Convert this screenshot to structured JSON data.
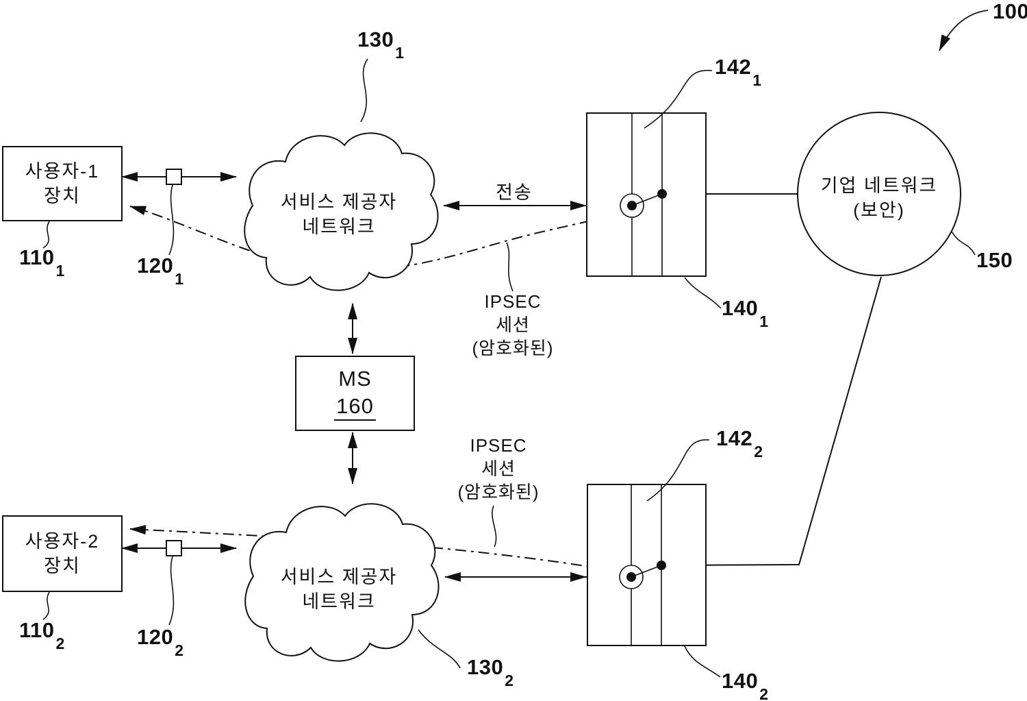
{
  "figure_ref": "100",
  "devices": {
    "user1": {
      "lines": [
        "사용자-1",
        "장치"
      ],
      "ref": {
        "num": "110",
        "sub": "1"
      }
    },
    "user2": {
      "lines": [
        "사용자-2",
        "장치"
      ],
      "ref": {
        "num": "110",
        "sub": "2"
      }
    }
  },
  "modems": {
    "m1": {
      "ref": {
        "num": "120",
        "sub": "1"
      }
    },
    "m2": {
      "ref": {
        "num": "120",
        "sub": "2"
      }
    }
  },
  "clouds": {
    "sp1": {
      "lines": [
        "서비스 제공자",
        "네트워크"
      ],
      "ref": {
        "num": "130",
        "sub": "1"
      }
    },
    "sp2": {
      "lines": [
        "서비스 제공자",
        "네트워크"
      ],
      "ref": {
        "num": "130",
        "sub": "2"
      }
    }
  },
  "firewalls": {
    "fw1": {
      "ref": {
        "num": "140",
        "sub": "1"
      },
      "port_ref": {
        "num": "142",
        "sub": "1"
      }
    },
    "fw2": {
      "ref": {
        "num": "140",
        "sub": "2"
      },
      "port_ref": {
        "num": "142",
        "sub": "2"
      }
    }
  },
  "enterprise": {
    "lines": [
      "기업 네트워크",
      "(보안)"
    ],
    "ref": "150"
  },
  "ms": {
    "title": "MS",
    "ref": "160"
  },
  "annotations": {
    "transmission": "전송",
    "ipsec_top": {
      "lines": [
        "IPSEC",
        "세션",
        "(암호화된)"
      ]
    },
    "ipsec_bottom": {
      "lines": [
        "IPSEC",
        "세션",
        "(암호화된)"
      ]
    }
  },
  "colors": {
    "line": "#111111",
    "background": "#ffffff"
  }
}
